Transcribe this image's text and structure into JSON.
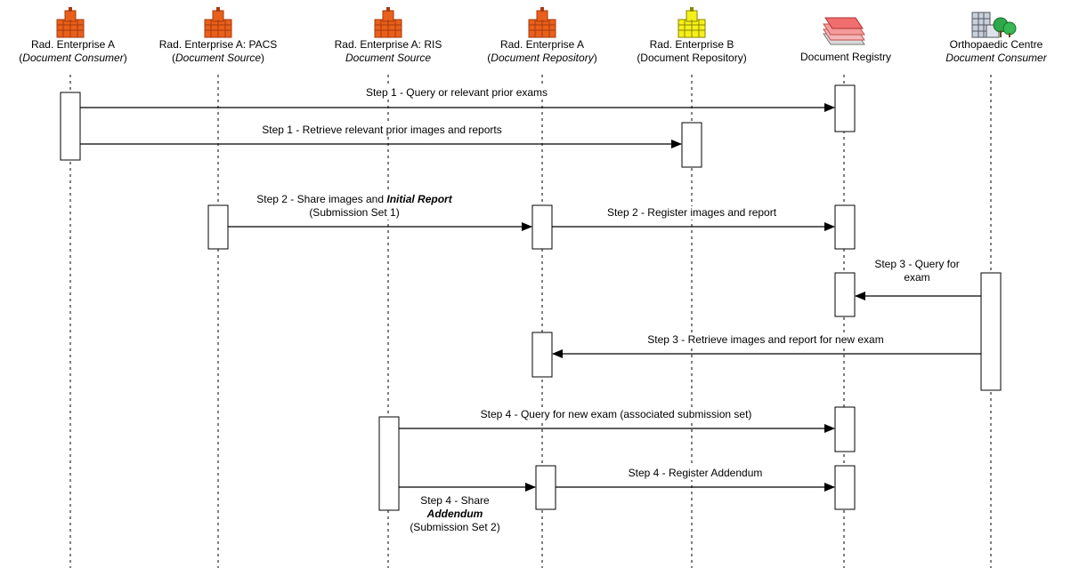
{
  "actors": [
    {
      "name": "Rad. Enterprise A",
      "open": "(",
      "role": "Document Consumer",
      "close": ")",
      "icon": "orange-building-icon"
    },
    {
      "name": "Rad. Enterprise A: PACS",
      "open": "(",
      "role": "Document Source",
      "close": ")",
      "icon": "orange-building-icon"
    },
    {
      "name": "Rad. Enterprise A: RIS",
      "open": "",
      "role": "Document Source",
      "close": "",
      "icon": "orange-building-icon"
    },
    {
      "name": "Rad. Enterprise A",
      "open": "(",
      "role": "Document Repository",
      "close": ")",
      "icon": "orange-building-icon"
    },
    {
      "name": "Rad. Enterprise B",
      "open": "",
      "role": "",
      "close": "",
      "plain_role": "(Document Repository)",
      "icon": "yellow-building-icon"
    },
    {
      "name": "",
      "open": "",
      "role": "",
      "close": "",
      "plain_role": "Document Registry",
      "icon": "folder-stack-icon"
    },
    {
      "name": "Orthopaedic Centre",
      "open": "",
      "role": "Document Consumer",
      "close": "",
      "icon": "hospital-trees-icon"
    }
  ],
  "messages": {
    "m1": "Step 1 - Query or relevant prior exams",
    "m2": "Step 1 - Retrieve relevant prior images and reports",
    "m3_line1_pre": "Step 2 - Share images and ",
    "m3_line1_bold": "Initial Report",
    "m3_line2": "(Submission Set 1)",
    "m4": "Step 2 - Register images and report",
    "m5_line1": "Step 3 - Query for",
    "m5_line2": "exam",
    "m6": "Step 3 - Retrieve images and report for new exam",
    "m7": "Step 4 - Query for new exam (associated submission set)",
    "m8_line1": "Step 4 - Share",
    "m8_line2": "Addendum",
    "m8_line3": "(Submission Set 2)",
    "m9": "Step 4 - Register Addendum"
  },
  "colors": {
    "orange_building": "#e8601c",
    "orange_building_dark": "#a83a0c",
    "yellow_building": "#f5f01a",
    "folder_pink": "#f49a9a",
    "tree_green": "#2ea84a"
  }
}
